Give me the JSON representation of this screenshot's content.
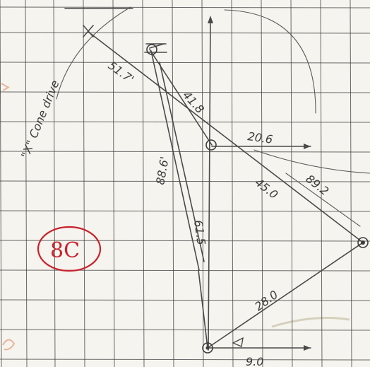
{
  "diagram": {
    "title_label": "\"X\" Cone drive",
    "circled_id": "8C",
    "colors": {
      "paper": "#f6f4ee",
      "grid": "#3a3a3a",
      "pencil": "#4a4a4a",
      "red_ink": "#c8222e",
      "faint_orange": "#e8b49a"
    },
    "measurements": [
      {
        "id": "m-51-7",
        "text": "51.7'"
      },
      {
        "id": "m-41-8",
        "text": "41.8"
      },
      {
        "id": "m-20-6",
        "text": "20.6"
      },
      {
        "id": "m-88-6",
        "text": "88.6'"
      },
      {
        "id": "m-89-2",
        "text": "89.2"
      },
      {
        "id": "m-45-0",
        "text": "45.0"
      },
      {
        "id": "m-61-5",
        "text": "61.5"
      },
      {
        "id": "m-28-0",
        "text": "28.0"
      },
      {
        "id": "m-9-0",
        "text": "9.0"
      }
    ]
  }
}
